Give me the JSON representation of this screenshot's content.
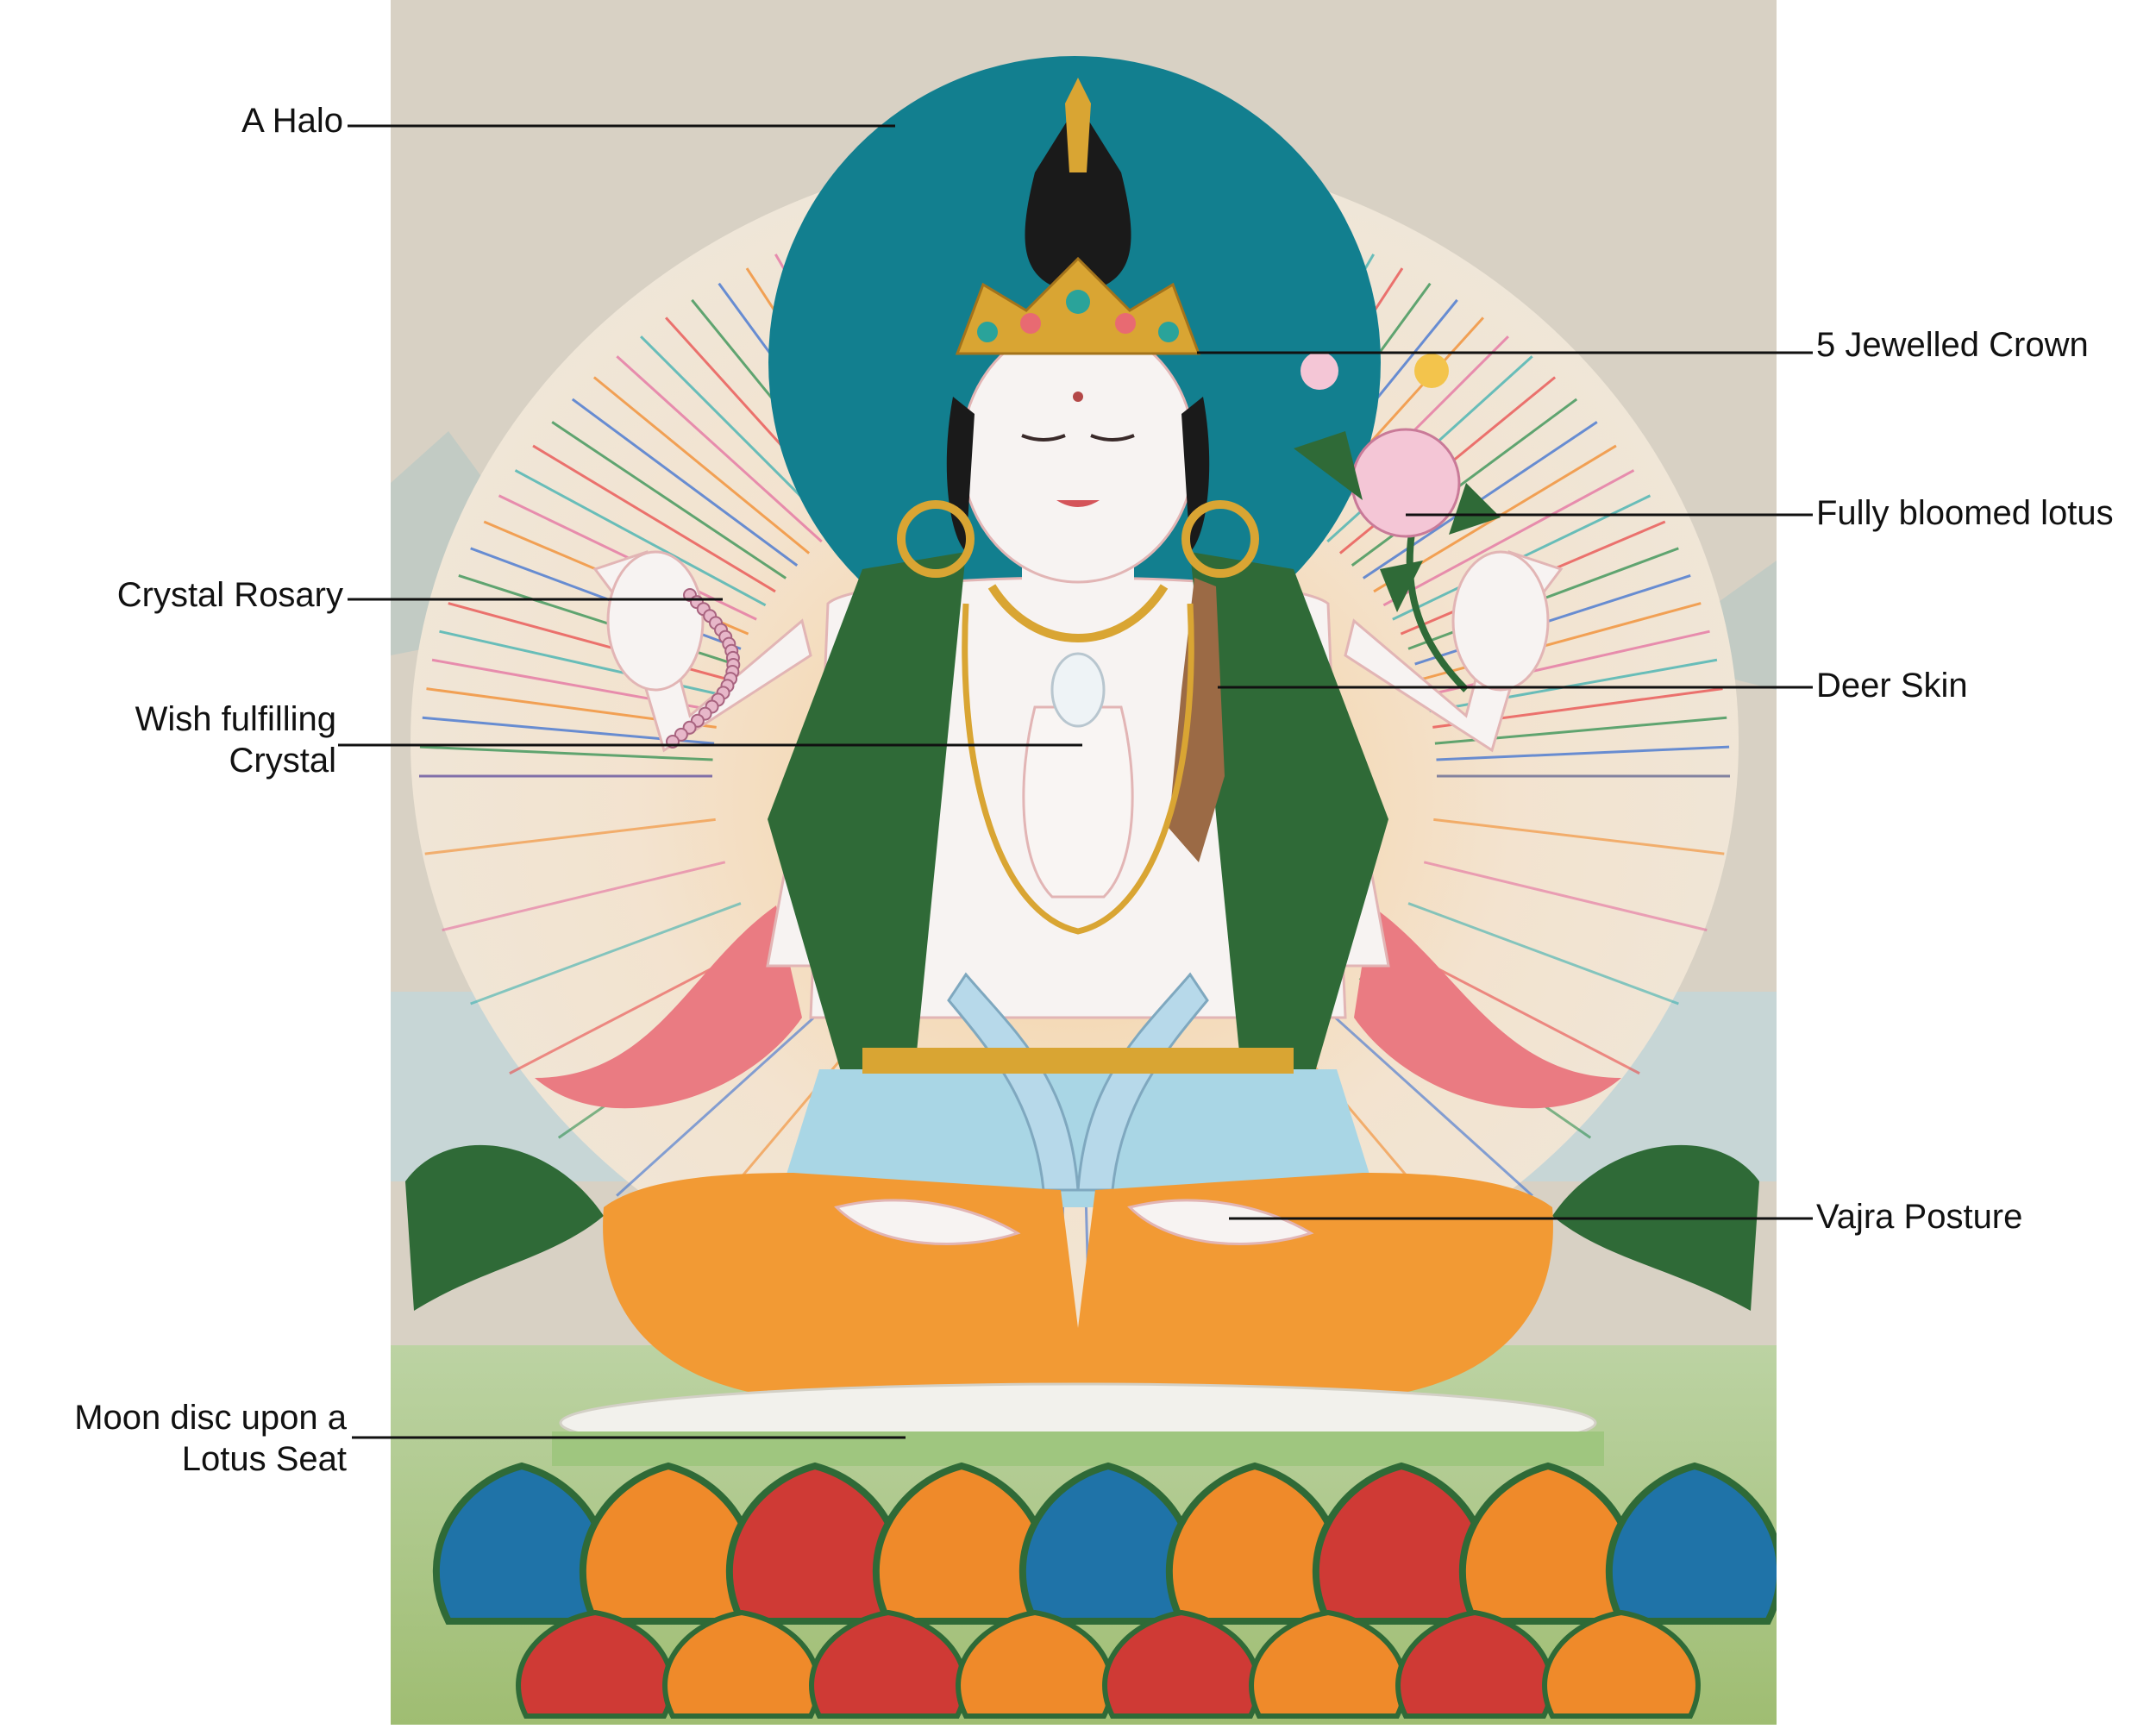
{
  "colors": {
    "canvas": "#d8d1c4",
    "halo": "#127f8f",
    "skin": "#f7f3f2",
    "gold": "#d9a533",
    "green_scarf": "#2f6a37",
    "pink_scarf": "#ea7b82",
    "orange_robe": "#f29a34",
    "blue_dhoti": "#a9d6e5",
    "lotus_red": "#cf3a35",
    "lotus_blue": "#1f73a8",
    "lotus_orange": "#ef8a2a",
    "leader_line": "#111111",
    "label_text": "#111111"
  },
  "labels": [
    {
      "id": "halo",
      "side": "left",
      "lines": [
        "A Halo"
      ]
    },
    {
      "id": "rosary",
      "side": "left",
      "lines": [
        "Crystal Rosary"
      ]
    },
    {
      "id": "wish_crystal",
      "side": "left",
      "lines": [
        "Wish fulfilling",
        "Crystal"
      ]
    },
    {
      "id": "moon_disc",
      "side": "left",
      "lines": [
        "Moon disc upon a",
        "Lotus Seat"
      ]
    },
    {
      "id": "crown",
      "side": "right",
      "lines": [
        "5 Jewelled Crown"
      ]
    },
    {
      "id": "lotus",
      "side": "right",
      "lines": [
        "Fully bloomed lotus"
      ]
    },
    {
      "id": "deer_skin",
      "side": "right",
      "lines": [
        "Deer Skin"
      ]
    },
    {
      "id": "vajra",
      "side": "right",
      "lines": [
        "Vajra Posture"
      ]
    }
  ]
}
